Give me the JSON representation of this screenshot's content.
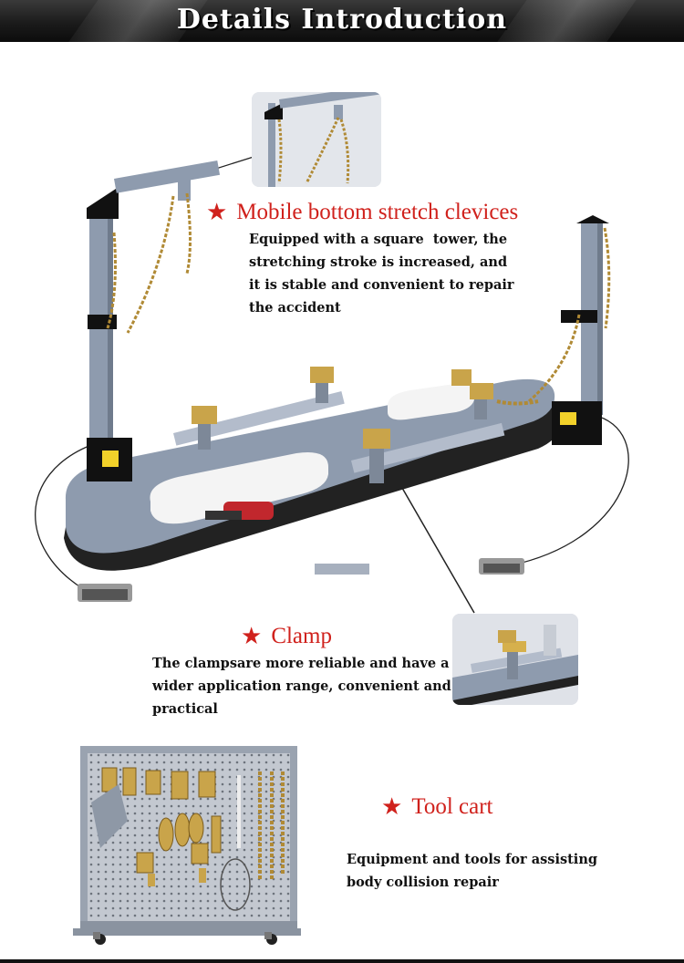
{
  "banner": {
    "title": "Details Introduction"
  },
  "sections": [
    {
      "heading": "Mobile bottom stretch clevices",
      "lines": [
        "Equipped with a square  tower, the",
        "stretching stroke is increased, and",
        "it is stable and convenient to repair",
        "the accident"
      ]
    },
    {
      "heading": "Clamp",
      "lines": [
        "The clampsare more reliable and have a",
        "wider application range, convenient and",
        "practical"
      ]
    },
    {
      "heading": "Tool cart",
      "lines": [
        "Equipment and tools for assisting",
        "body collision repair"
      ]
    }
  ],
  "images": {
    "main": "car-bench-frame-machine",
    "inset_tower": "tower-detail-photo",
    "inset_clamp": "clamp-detail-photo",
    "tool_cart": "tool-cart-photo"
  },
  "colors": {
    "accent_red": "#d0211c",
    "bench_blue": "#8e9bae",
    "banner_dark": "#1b1b1b"
  }
}
